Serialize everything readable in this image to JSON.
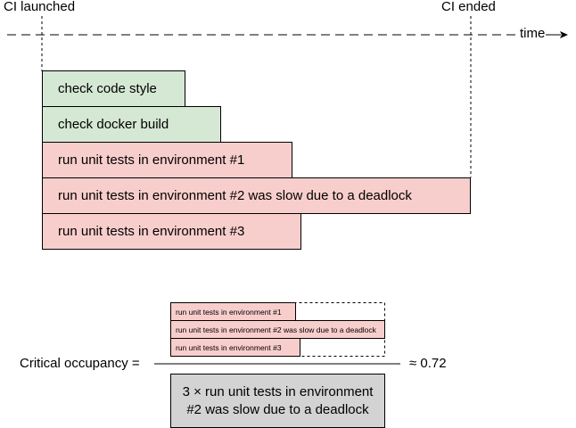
{
  "labels": {
    "ci_launched": "CI launched",
    "ci_ended": "CI ended",
    "time_axis": "time"
  },
  "tasks": [
    {
      "label": "check code style",
      "status": "green"
    },
    {
      "label": "check docker build",
      "status": "green"
    },
    {
      "label": "run unit tests in environment #1",
      "status": "red"
    },
    {
      "label": "run unit tests in environment #2 was slow due to a deadlock",
      "status": "red"
    },
    {
      "label": "run unit tests in environment #3",
      "status": "red"
    }
  ],
  "formula": {
    "lhs": "Critical occupancy =",
    "numerator": [
      "run unit tests in environment #1",
      "run unit tests in environment #2 was slow due to a deadlock",
      "run unit tests in environment #3"
    ],
    "denominator": "3 × run unit tests in environment #2 was slow due to a deadlock",
    "result": "≈ 0.72"
  },
  "colors": {
    "green_fill": "#d5e8d4",
    "red_fill": "#f8cecc",
    "gray_fill": "#d3d3d3"
  }
}
